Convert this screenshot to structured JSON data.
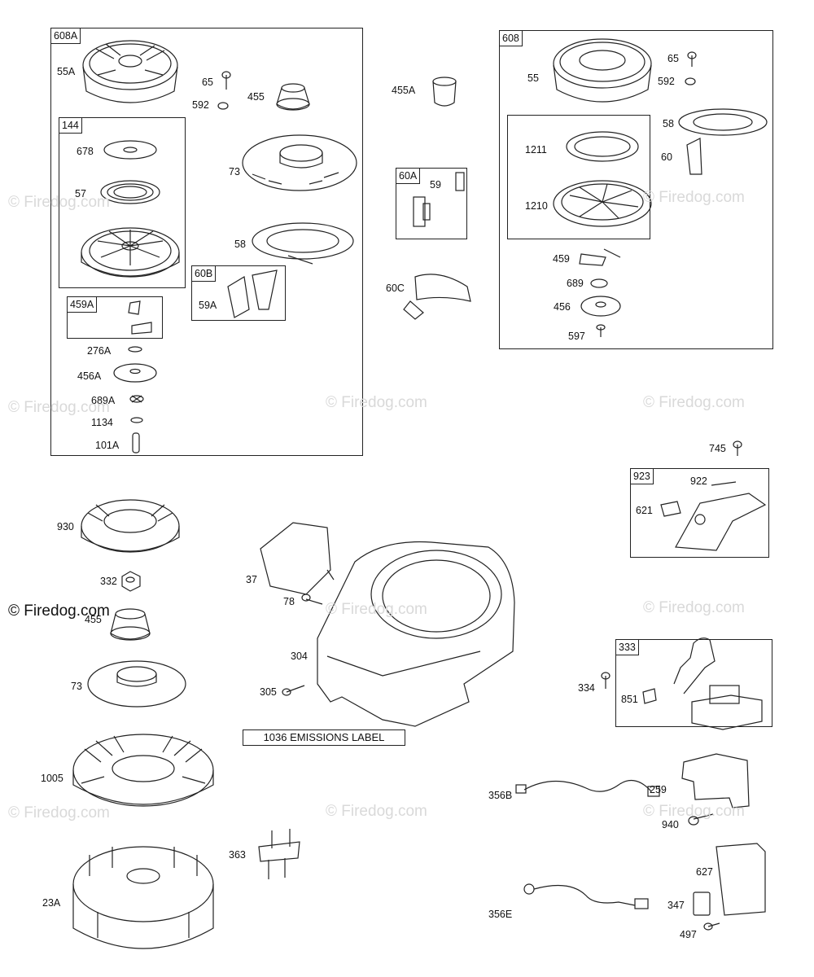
{
  "watermark": "© Firedog.com",
  "emissions_label": "1036 EMISSIONS LABEL",
  "groups": [
    {
      "id": "608A",
      "label": "608A"
    },
    {
      "id": "144",
      "label": "144"
    },
    {
      "id": "459A",
      "label": "459A"
    },
    {
      "id": "60B",
      "label": "60B"
    },
    {
      "id": "60A",
      "label": "60A"
    },
    {
      "id": "608",
      "label": "608"
    },
    {
      "id": "inner608",
      "label": ""
    },
    {
      "id": "923",
      "label": "923"
    },
    {
      "id": "333",
      "label": "333"
    }
  ],
  "part_labels": [
    "55A",
    "65",
    "592",
    "455",
    "678",
    "57",
    "73",
    "58",
    "59A",
    "276A",
    "456A",
    "689A",
    "1134",
    "101A",
    "455A",
    "59",
    "60C",
    "55",
    "65",
    "592",
    "58",
    "60",
    "1211",
    "1210",
    "459",
    "689",
    "456",
    "597",
    "745",
    "922",
    "621",
    "930",
    "332",
    "455",
    "73",
    "1005",
    "23A",
    "37",
    "78",
    "304",
    "305",
    "363",
    "334",
    "851",
    "356B",
    "259",
    "940",
    "627",
    "347",
    "497",
    "356E"
  ]
}
